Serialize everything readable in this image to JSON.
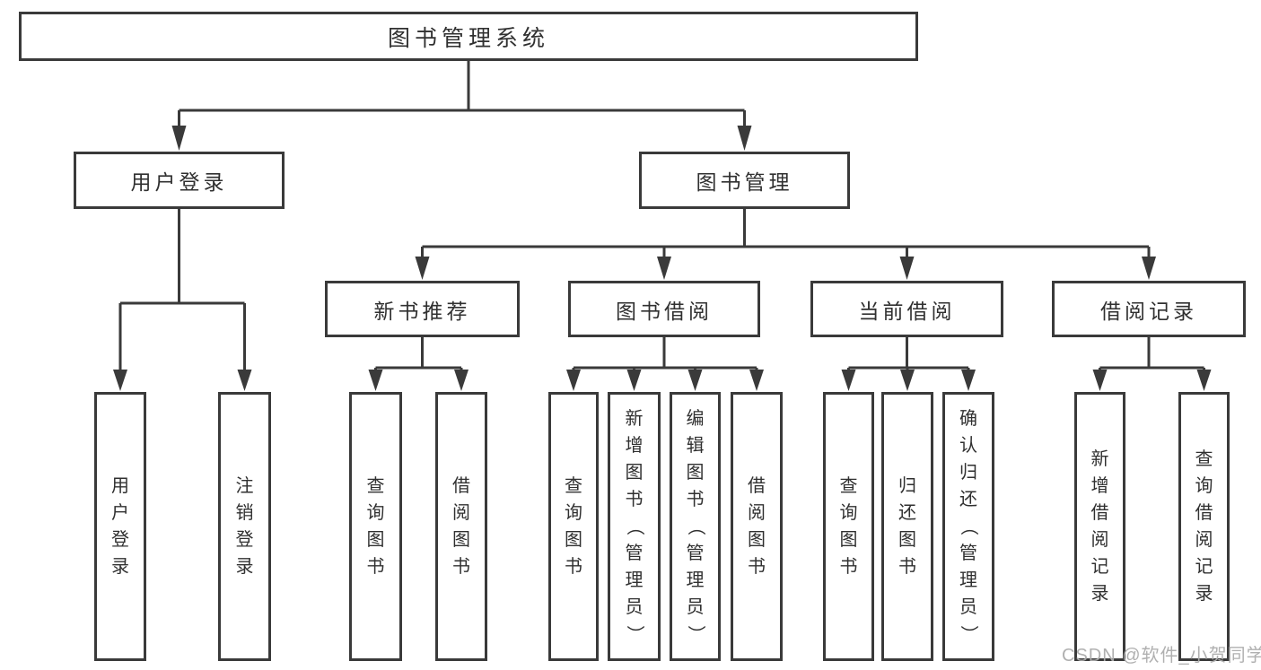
{
  "diagram": {
    "root": {
      "label": "图书管理系统"
    },
    "branches": [
      {
        "label": "用户登录",
        "children": [
          {
            "label": "用户登录"
          },
          {
            "label": "注销登录"
          }
        ]
      },
      {
        "label": "图书管理",
        "children": [
          {
            "label": "新书推荐",
            "children": [
              {
                "label": "查询图书"
              },
              {
                "label": "借阅图书"
              }
            ]
          },
          {
            "label": "图书借阅",
            "children": [
              {
                "label": "查询图书"
              },
              {
                "label": "新增图书（管理员）"
              },
              {
                "label": "编辑图书（管理员）"
              },
              {
                "label": "借阅图书"
              }
            ]
          },
          {
            "label": "当前借阅",
            "children": [
              {
                "label": "查询图书"
              },
              {
                "label": "归还图书"
              },
              {
                "label": "确认归还（管理员）"
              }
            ]
          },
          {
            "label": "借阅记录",
            "children": [
              {
                "label": "新增借阅记录"
              },
              {
                "label": "查询借阅记录"
              }
            ]
          }
        ]
      }
    ]
  },
  "watermark": {
    "text": "CSDN @软件_小贺同学"
  },
  "colors": {
    "line": "#3a3a3a",
    "text": "#303030",
    "watermark": "#acacac",
    "background": "#ffffff"
  }
}
